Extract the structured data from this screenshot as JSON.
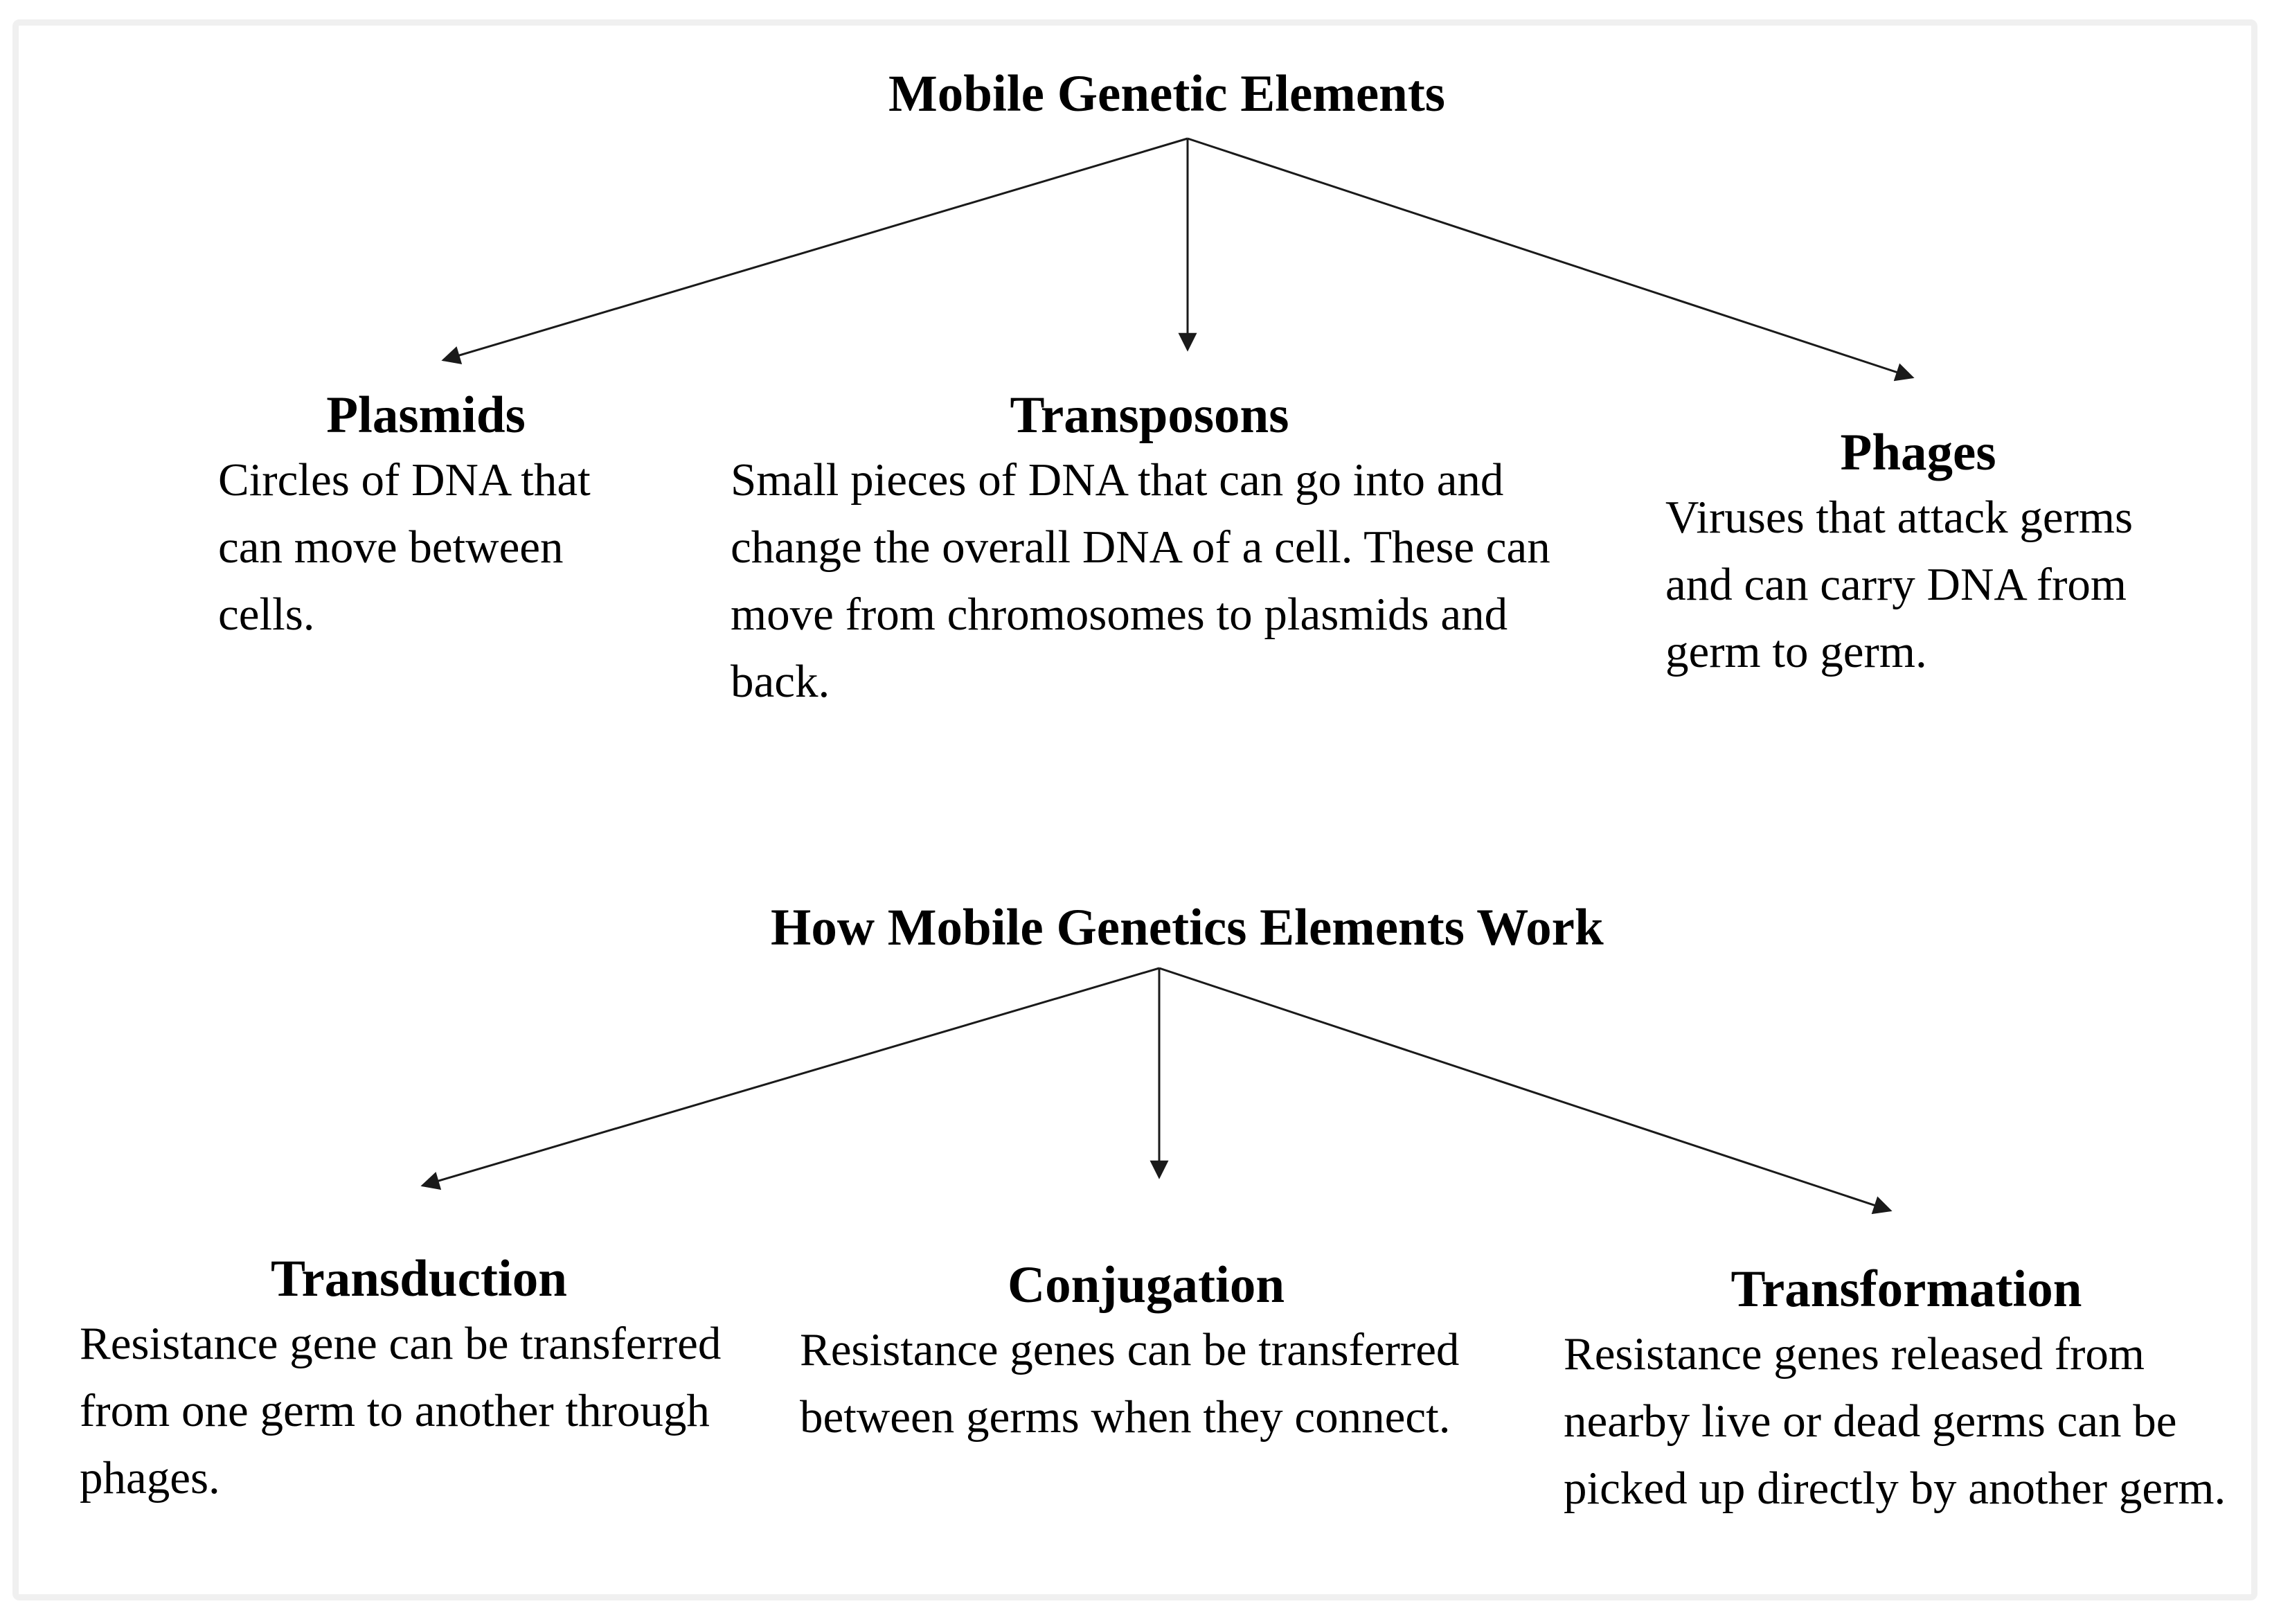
{
  "page": {
    "background": "#ffffff",
    "border_color": "#f0f0f0",
    "text_color": "#000000",
    "line_color": "#1a1a1a"
  },
  "top_tree": {
    "title": "Mobile Genetic Elements",
    "branches": [
      {
        "heading": "Plasmids",
        "description": "Circles of DNA that can move between cells."
      },
      {
        "heading": "Transposons",
        "description": "Small pieces of DNA that can go into and change the overall DNA of a cell. These can move from chromosomes to plasmids and back."
      },
      {
        "heading": "Phages",
        "description": "Viruses that attack germs and can carry DNA from germ to germ."
      }
    ]
  },
  "bottom_tree": {
    "title": "How Mobile Genetics Elements Work",
    "branches": [
      {
        "heading": "Transduction",
        "description": "Resistance gene can be transferred from one germ to another through phages."
      },
      {
        "heading": "Conjugation",
        "description": "Resistance genes can be transferred between germs when they connect."
      },
      {
        "heading": "Transformation",
        "description": "Resistance genes released from nearby live or dead germs can be picked up directly by another germ."
      }
    ]
  }
}
